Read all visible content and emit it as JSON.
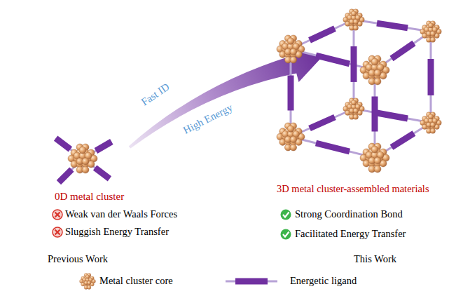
{
  "diagram": {
    "labels": [
      "Fast ID",
      "High Energy",
      "0D metal cluster",
      "Weak van der Waals Forces",
      "Sluggish Energy Transfer",
      "Previous Work",
      "3D metal cluster-assembled materials",
      "Strong Coordination Bond",
      "Facilitated Energy Transfer",
      "This Work"
    ],
    "legend": [
      {
        "text": "Metal cluster core"
      },
      {
        "text": "Energetic ligand"
      }
    ]
  }
}
